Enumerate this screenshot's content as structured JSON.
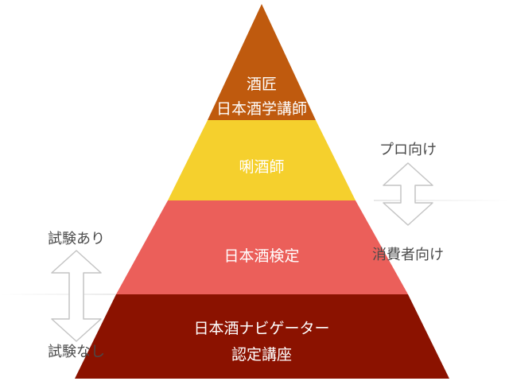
{
  "pyramid": {
    "tiers": [
      {
        "lines": [
          "酒匠",
          "日本酒学講師"
        ],
        "color": "#BF5A0E"
      },
      {
        "lines": [
          "唎酒師"
        ],
        "color": "#F5D02D"
      },
      {
        "lines": [
          "日本酒検定"
        ],
        "color": "#EB5F5A"
      },
      {
        "lines": [
          "日本酒ナビゲーター",
          "認定講座"
        ],
        "color": "#8B1200"
      }
    ]
  },
  "right_axis": {
    "top_label": "プロ向け",
    "bottom_label": "消費者向け"
  },
  "left_axis": {
    "top_label": "試験あり",
    "bottom_label": "試験なし"
  }
}
